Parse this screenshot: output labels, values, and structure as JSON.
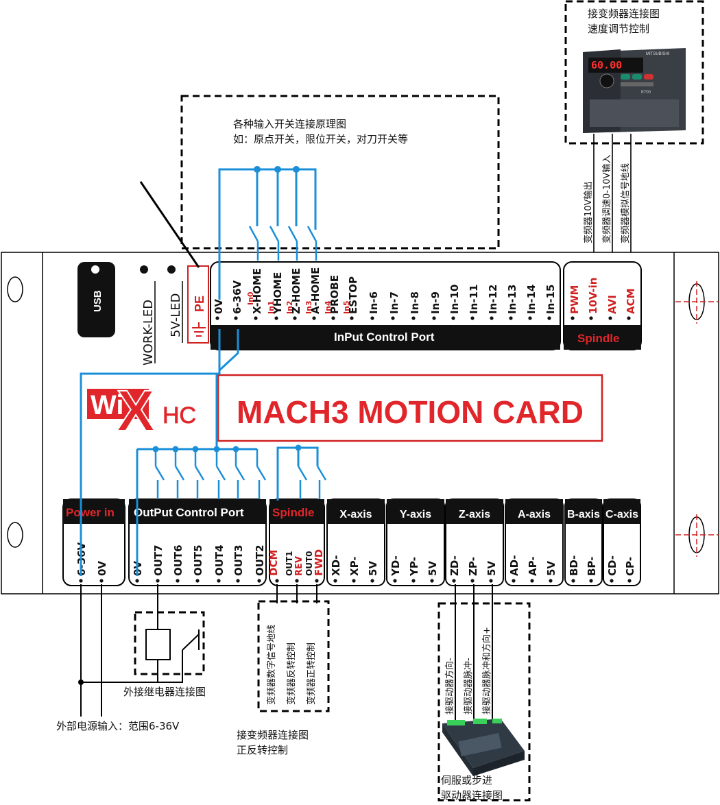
{
  "notes": {
    "inverter_speed": [
      "接变频器连接图",
      "速度调节控制"
    ],
    "input_switch": [
      "各种输入开关连接原理图",
      "如：原点开关，限位开关，对刀开关等"
    ],
    "relay": "外接继电器连接图",
    "power": "外部电源输入：范围6-36V",
    "inverter_dir": [
      "接变频器连接图",
      "正反转控制"
    ],
    "driver": [
      "伺服或步进",
      "驱动器连接图"
    ]
  },
  "vfd_wires": [
    "变频器10V输出",
    "变频器调速0-10V输入",
    "变频器模拟信号地线"
  ],
  "spindle_wires_bottom": [
    "变频器数字信号地线",
    "变频器反转控制",
    "变频器正转控制"
  ],
  "driver_wires": [
    "接驱动器方向-",
    "接驱动器脉冲-",
    "接驱动器脉冲和方向+"
  ],
  "vfd_device": {
    "display": "60.00",
    "brand": "MITSUBISHI",
    "model": "E700"
  },
  "leds": {
    "usb": "USB",
    "work": "WORK-LED",
    "fivev": "5V-LED",
    "pe": "PE"
  },
  "input_port": {
    "title": "InPut Control Port",
    "pins": [
      "0V",
      "6-36V",
      "X-HOME",
      "YHOME",
      "Z-HOME",
      "A-HOME",
      "PROBE",
      "ESTOP",
      "In-6",
      "In-7",
      "In-8",
      "In-9",
      "In-10",
      "In-11",
      "In-12",
      "In-13",
      "In-14",
      "In-15"
    ],
    "subs": [
      "",
      "",
      "In0",
      "In1",
      "In2",
      "In3",
      "In4",
      "In5",
      "",
      "",
      "",
      "",
      "",
      "",
      "",
      "",
      "",
      ""
    ]
  },
  "spindle_top": {
    "title": "Spindle",
    "pins": [
      "PWM",
      "10V-in",
      "AVI",
      "ACM"
    ]
  },
  "brand": {
    "logo_w": "Wi",
    "logo_x": "X",
    "logo_hc": "HC",
    "title": "MACH3 MOTION CARD"
  },
  "power_in": {
    "title": "Power in",
    "pins": [
      "6-36V",
      "0V"
    ]
  },
  "output_port": {
    "title": "OutPut Control Port",
    "pins": [
      "0V",
      "OUT7",
      "OUT6",
      "OUT5",
      "OUT4",
      "OUT3",
      "OUT2"
    ]
  },
  "spindle_bottom": {
    "title": "Spindle",
    "pins": [
      "DCM",
      "OUT1",
      "REV",
      "OUT0",
      "FWD"
    ]
  },
  "axes": [
    {
      "title": "X-axis",
      "pins": [
        "XD-",
        "XP-",
        "5V"
      ]
    },
    {
      "title": "Y-axis",
      "pins": [
        "YD-",
        "YP-",
        "5V"
      ]
    },
    {
      "title": "Z-axis",
      "pins": [
        "ZD-",
        "ZP-",
        "5V"
      ]
    },
    {
      "title": "A-axis",
      "pins": [
        "AD-",
        "AP-",
        "5V"
      ]
    },
    {
      "title": "B-axis",
      "pins": [
        "BD-",
        "BP-"
      ]
    },
    {
      "title": "C-axis",
      "pins": [
        "CD-",
        "CP-"
      ]
    }
  ],
  "colors": {
    "wire": "#1a8fd8",
    "red": "#e0262a",
    "dark": "#111111"
  }
}
